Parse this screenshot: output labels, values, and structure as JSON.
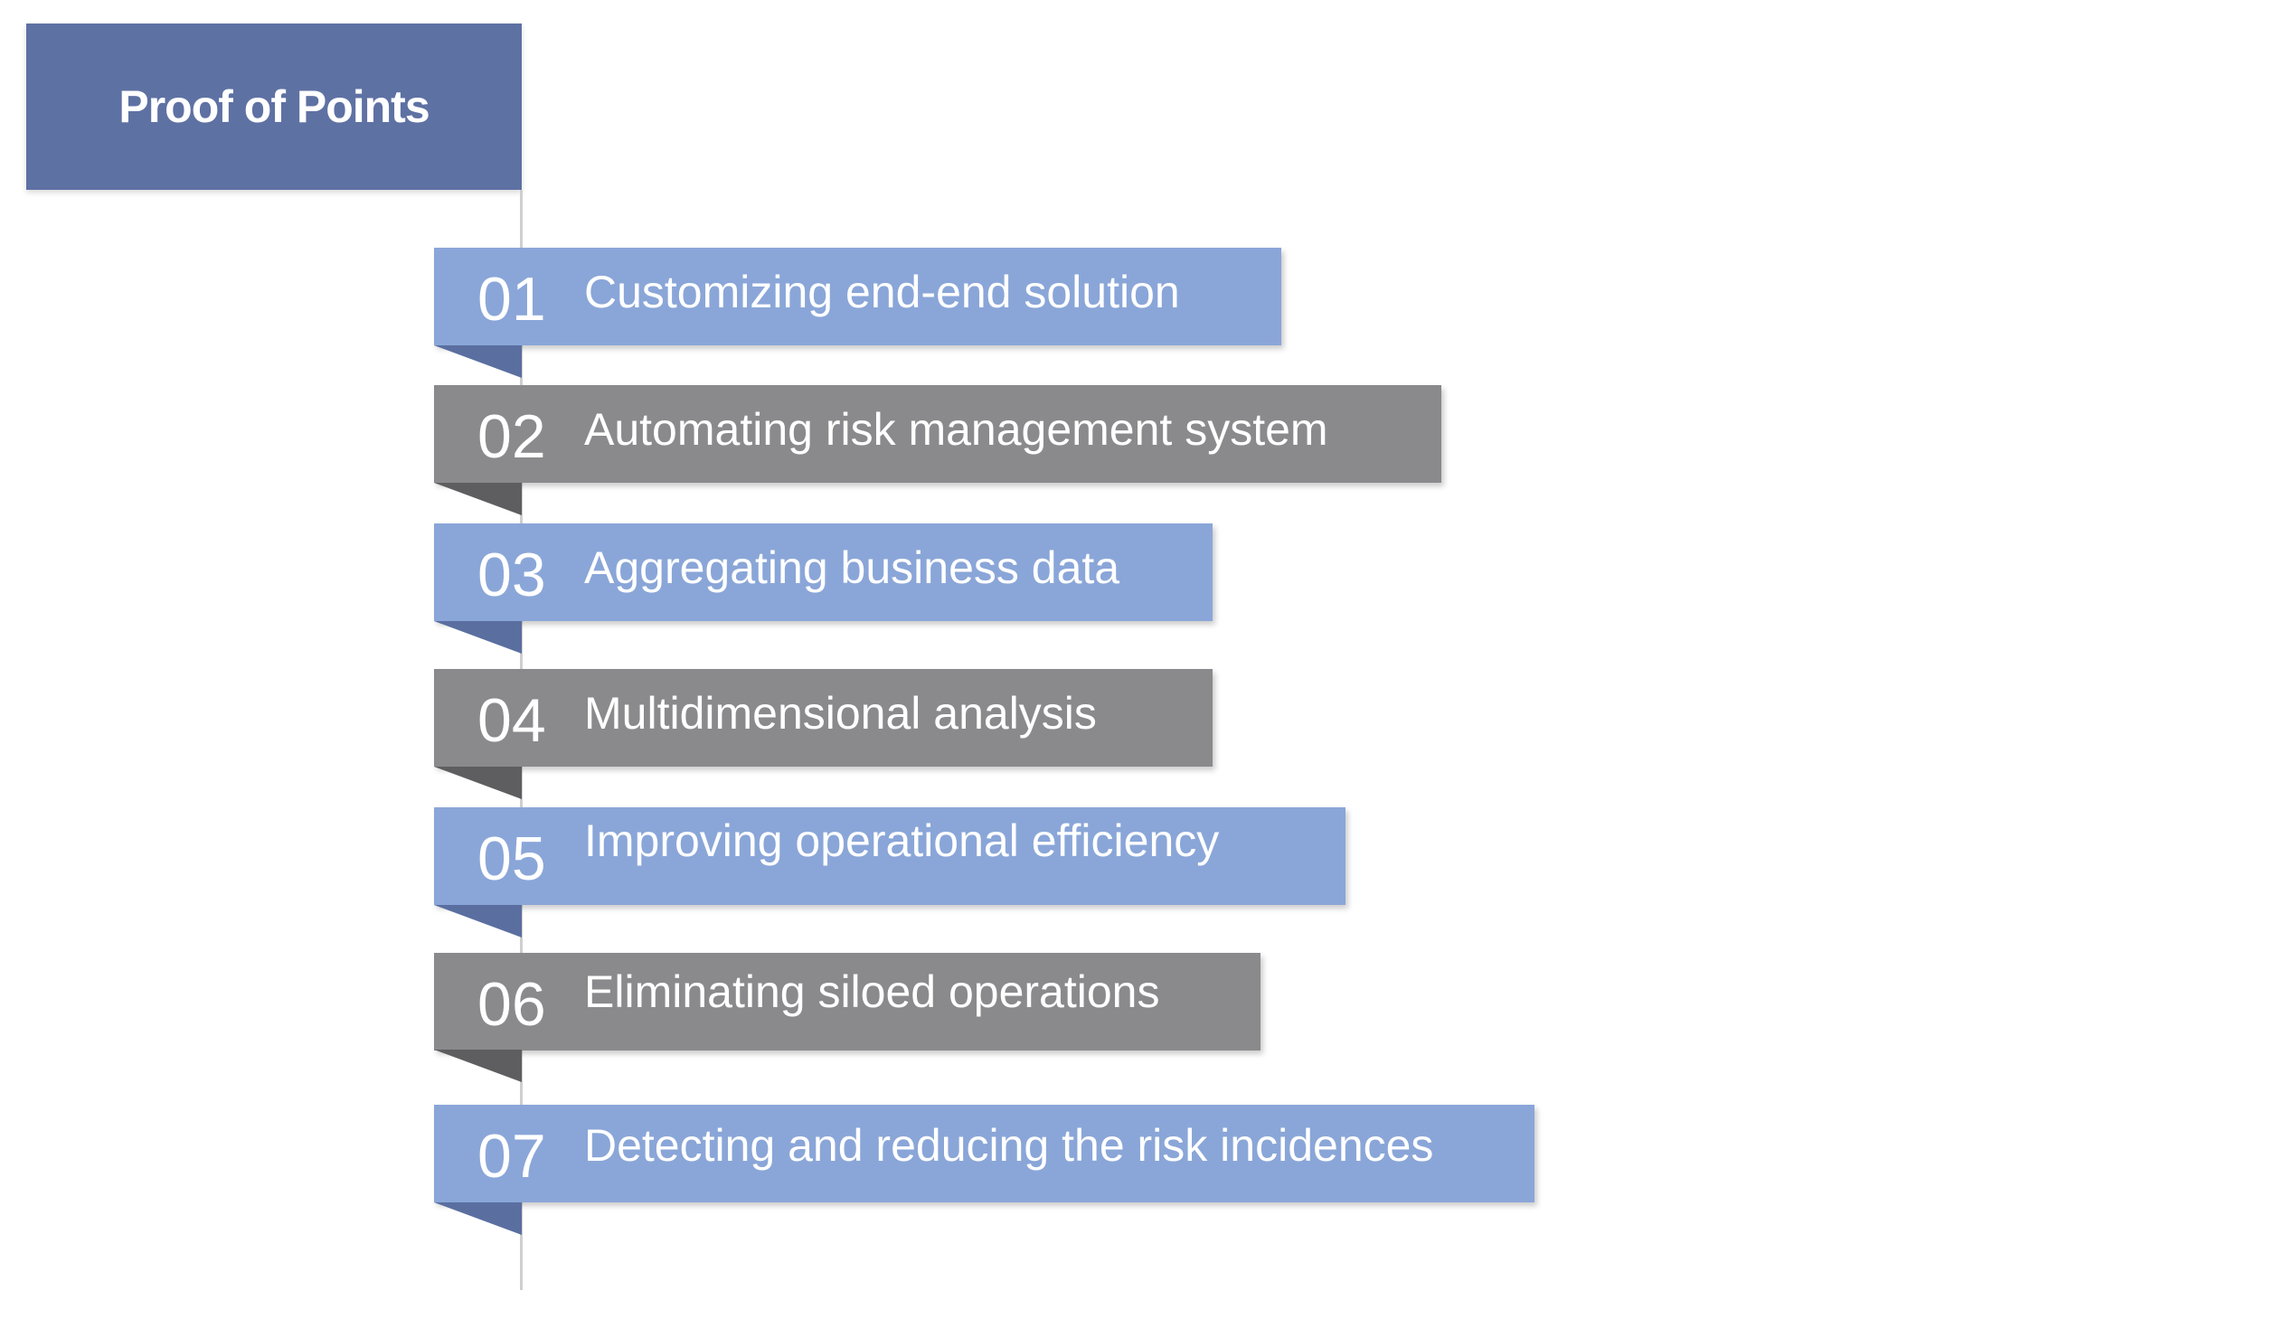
{
  "title": "Proof of Points",
  "items": [
    {
      "num": "01",
      "label": "Customizing end-end solution",
      "color": "blue"
    },
    {
      "num": "02",
      "label": "Automating risk management system",
      "color": "gray"
    },
    {
      "num": "03",
      "label": "Aggregating business data",
      "color": "blue"
    },
    {
      "num": "04",
      "label": "Multidimensional analysis",
      "color": "gray"
    },
    {
      "num": "05",
      "label": "Improving operational efficiency",
      "color": "blue"
    },
    {
      "num": "06",
      "label": "Eliminating siloed operations",
      "color": "gray"
    },
    {
      "num": "07",
      "label": "Detecting and reducing the risk incidences",
      "color": "blue"
    }
  ],
  "colors": {
    "header": "#5e71a3",
    "blue": "#8aa6d8",
    "gray": "#8a8a8c"
  }
}
